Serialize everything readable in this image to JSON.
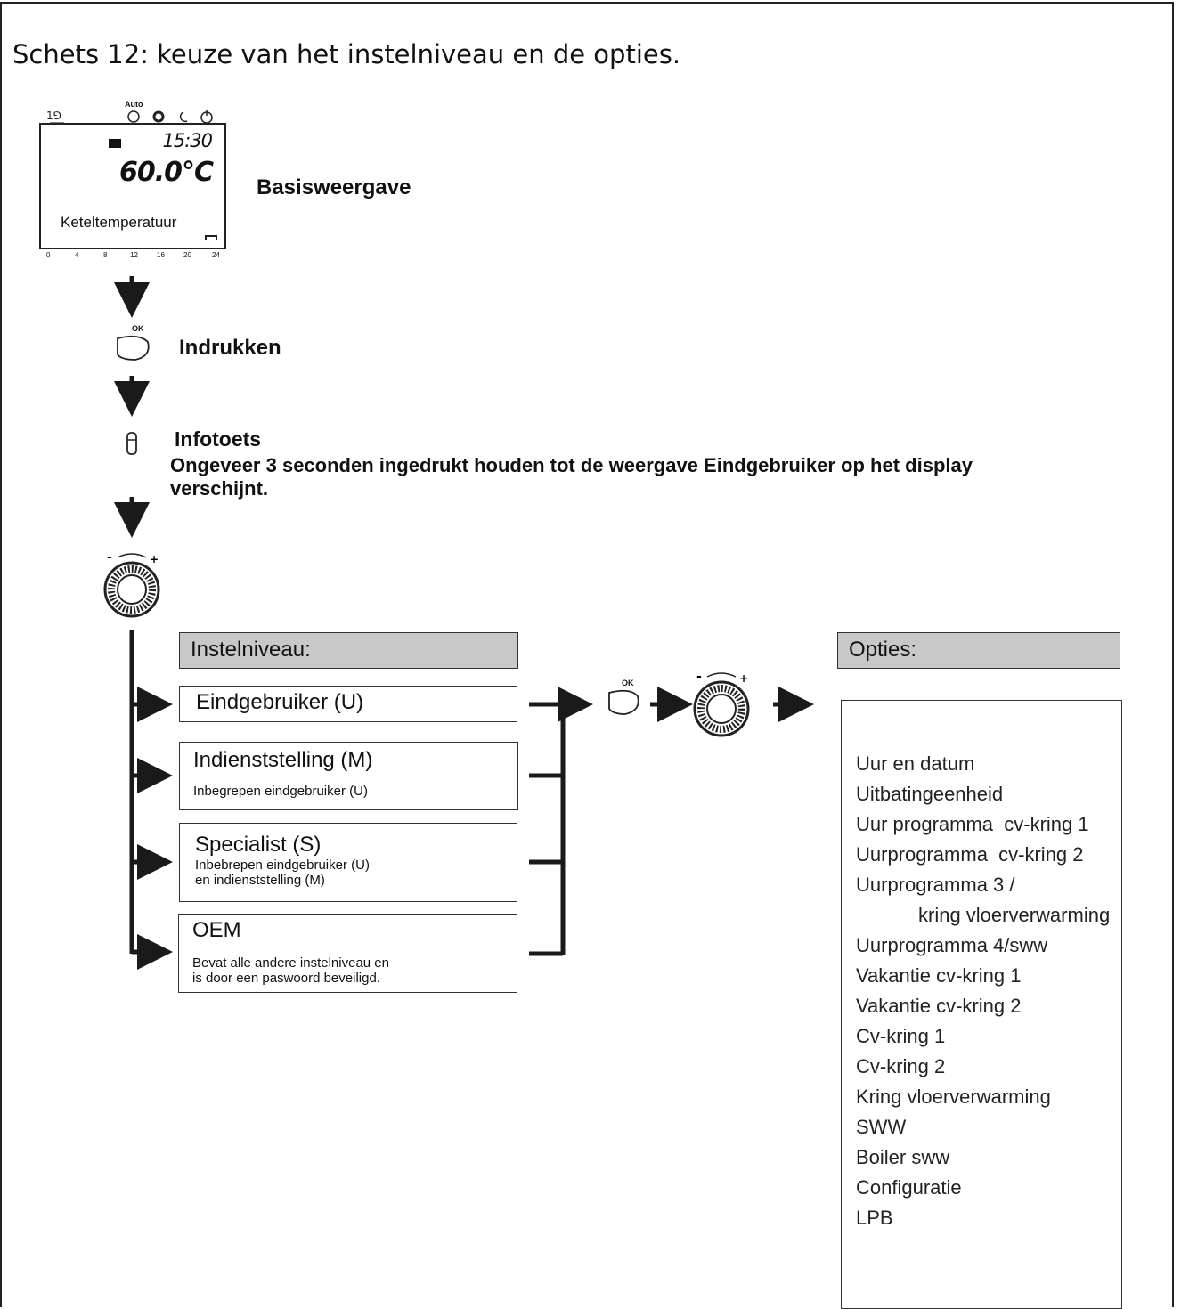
{
  "caption": "Schets 12: keuze van het instelniveau en de opties.",
  "display": {
    "time": "15:30",
    "temperature": "60.0°C",
    "label": "Keteltemperatuur",
    "mode_label": "Auto",
    "scale": [
      "0",
      "4",
      "8",
      "12",
      "16",
      "20",
      "24"
    ]
  },
  "steps": {
    "basic": "Basisweergave",
    "press": "Indrukken",
    "ok_label": "OK",
    "info_title": "Infotoets",
    "info_text": "Ongeveer 3 seconden ingedrukt houden tot de weergave Eindgebruiker op het display verschijnt."
  },
  "levels": {
    "header": "Instelniveau:",
    "items": [
      {
        "title": "Eindgebruiker (U)",
        "sub": ""
      },
      {
        "title": "Indienststelling (M)",
        "sub": "Inbegrepen eindgebruiker (U)"
      },
      {
        "title": "Specialist (S)",
        "sub": "Inbebrepen eindgebruiker (U)\nen indienststelling (M)"
      },
      {
        "title": "OEM",
        "sub": "Bevat alle andere instelniveau en\nis door een paswoord beveiligd."
      }
    ]
  },
  "options": {
    "header": "Opties:",
    "items": [
      "Uur en datum",
      "Uitbatingeenheid",
      "Uur programma  cv-kring 1",
      "Uurprogramma  cv-kring 2",
      "Uurprogramma 3 /",
      "kring vloerverwarming",
      "Uurprogramma 4/sww",
      "Vakantie cv-kring 1",
      "Vakantie cv-kring 2",
      "Cv-kring 1",
      "Cv-kring 2",
      "Kring vloerverwarming",
      "SWW",
      "Boiler sww",
      "Configuratie",
      "LPB"
    ]
  },
  "colors": {
    "header_fill": "#c8c8c8",
    "line": "#1a1a1a"
  }
}
